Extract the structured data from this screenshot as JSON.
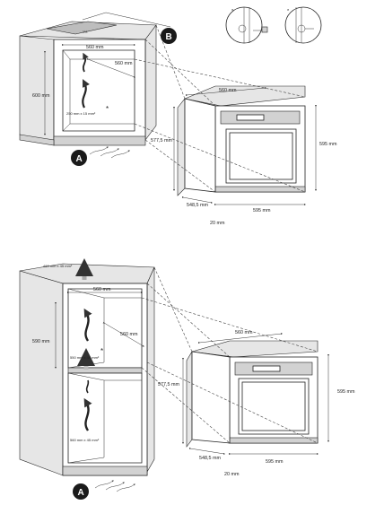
{
  "top": {
    "cabinet": {
      "width": "560 mm",
      "depth": "560 mm",
      "height": "600 mm",
      "vent": "250 mm x 15 mm²",
      "star": "*"
    },
    "oven": {
      "width_top": "560 mm",
      "height_body": "577,5 mm",
      "height_front": "595 mm",
      "depth": "548,5 mm",
      "front_width": "595 mm",
      "door": "20 mm"
    },
    "badge_a": "A",
    "badge_b": "B",
    "socket_marks": [
      "*",
      "*"
    ]
  },
  "bottom": {
    "cabinet": {
      "top_vent": "460 mm x 45 mm²",
      "width": "560 mm",
      "depth": "560 mm",
      "height": "590 mm",
      "mid_vent": "550 mm x 45 mm²",
      "low_vent": "560 mm x 45 mm²",
      "star": "*"
    },
    "oven": {
      "width_top": "560 mm",
      "height_body": "577,5 mm",
      "height_front": "595 mm",
      "depth": "548,5 mm",
      "front_width": "595 mm",
      "door": "20 mm"
    },
    "badge_a": "A"
  },
  "colors": {
    "line": "#222222",
    "badge": "#1a1a1a",
    "panel": "#e6e6e6"
  }
}
